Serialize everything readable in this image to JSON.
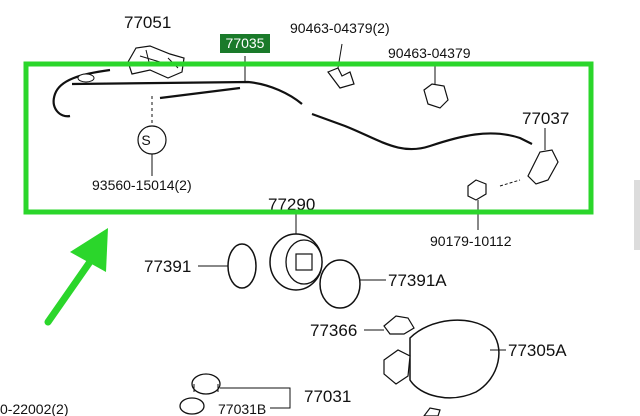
{
  "labels": {
    "p77051": "77051",
    "p77035": "77035",
    "p90463_04379_2": "90463-04379(2)",
    "p90463_04379": "90463-04379",
    "p77037": "77037",
    "p93560": "93560-15014(2)",
    "p77290": "77290",
    "p90179": "90179-10112",
    "p77391": "77391",
    "p77391A": "77391A",
    "p77366": "77366",
    "p77305A": "77305A",
    "p77031": "77031",
    "p77031B": "77031B",
    "p22002": "0-22002(2)"
  },
  "symbols": {
    "s_marker": "S"
  },
  "colors": {
    "highlight_green": "#2bd62b",
    "label_box": "#1a7a2a",
    "ink": "#111111"
  }
}
